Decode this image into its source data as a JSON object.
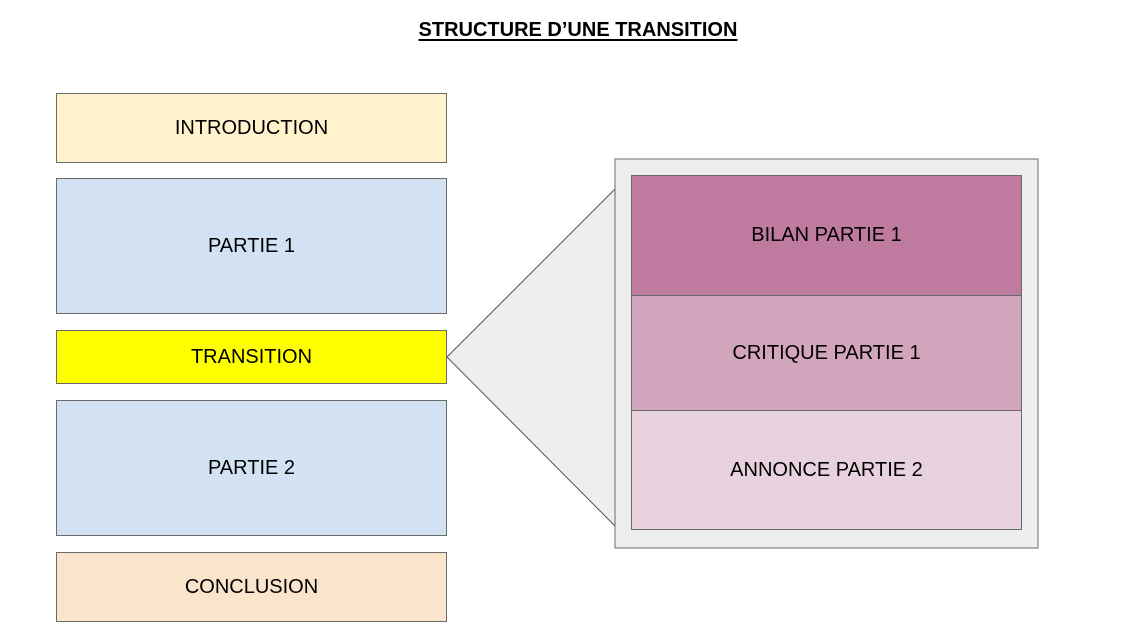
{
  "title": "STRUCTURE D’UNE TRANSITION",
  "outline": {
    "introduction": "INTRODUCTION",
    "partie1": "PARTIE 1",
    "transition": "TRANSITION",
    "partie2": "PARTIE 2",
    "conclusion": "CONCLUSION"
  },
  "detail": {
    "bilan": "BILAN PARTIE 1",
    "critique": "CRITIQUE PARTIE 1",
    "annonce": "ANNONCE PARTIE 2"
  },
  "colors": {
    "introduction": "#fff2cc",
    "partie": "#d2e2f3",
    "transition": "#ffff00",
    "conclusion": "#fbe4cc",
    "callout_panel": "#eeeeee",
    "bilan": "#bf7b9f",
    "critique": "#d3a5bd",
    "annonce": "#e8d2dd"
  }
}
